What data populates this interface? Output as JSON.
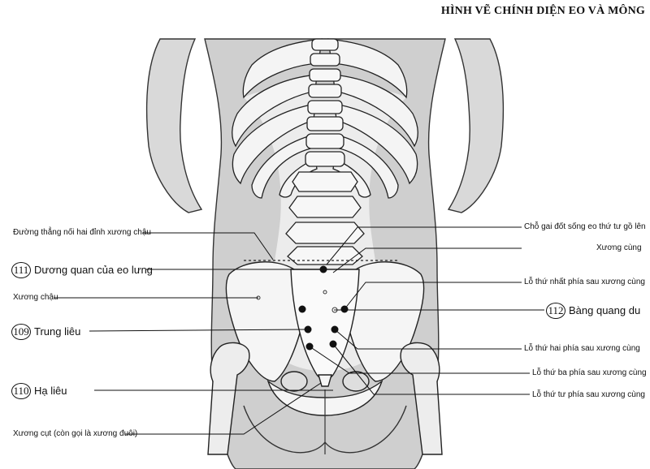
{
  "title": "HÌNH VẼ CHÍNH DIỆN EO VÀ MÔNG",
  "labels": {
    "iliac_crest_line": "Đường thẳng nối hai đỉnh xương chậu",
    "l4_spinous": "Chỗ gai đốt sống eo thứ tư gồ lên",
    "sacrum": "Xương cùng",
    "first_foramen": "Lỗ thứ nhất phía sau xương cùng",
    "ilium": "Xương chậu",
    "second_foramen": "Lỗ thứ hai phía sau xương cùng",
    "third_foramen": "Lỗ thứ ba phía sau xương cùng",
    "fourth_foramen": "Lỗ thứ tư phía sau xương cùng",
    "coccyx": "Xương cụt (còn gọi là xương đuôi)"
  },
  "points": {
    "p111": {
      "number": "111",
      "name": "Dương quan của eo lưng"
    },
    "p112": {
      "number": "112",
      "name": "Bàng quang du"
    },
    "p109": {
      "number": "109",
      "name": "Trung liêu"
    },
    "p110": {
      "number": "110",
      "name": "Hạ liêu"
    }
  }
}
